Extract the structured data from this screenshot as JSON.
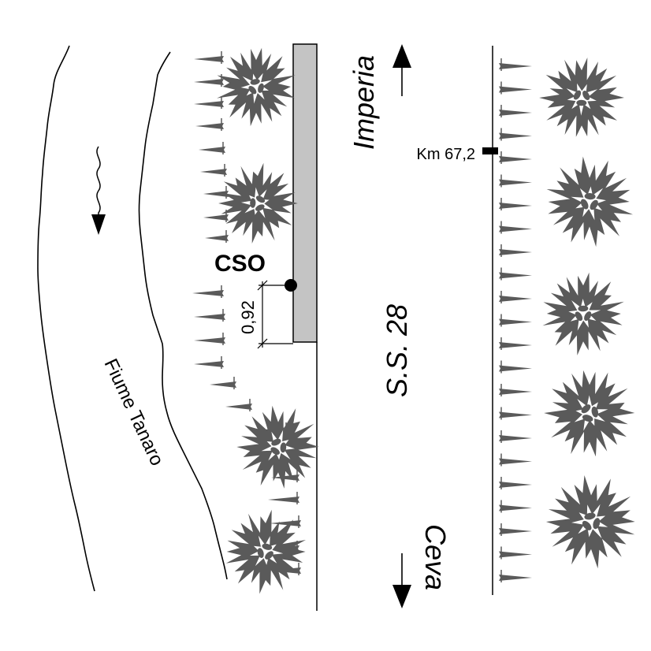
{
  "labels": {
    "river": "Fiume Tanaro",
    "road": "S.S. 28",
    "north_destination": "Imperia",
    "south_destination": "Ceva",
    "km_marker": "Km 67,2",
    "cso": "CSO",
    "distance": "0,92"
  },
  "colors": {
    "tree": "#5a5a5a",
    "sidewalk": "#c4c4c4",
    "line": "#000000"
  },
  "icons": {
    "tree": "tree-icon",
    "grass": "grass-tuft-icon",
    "flow_arrow": "flow-arrow-icon",
    "direction_arrow": "direction-arrow-icon"
  }
}
